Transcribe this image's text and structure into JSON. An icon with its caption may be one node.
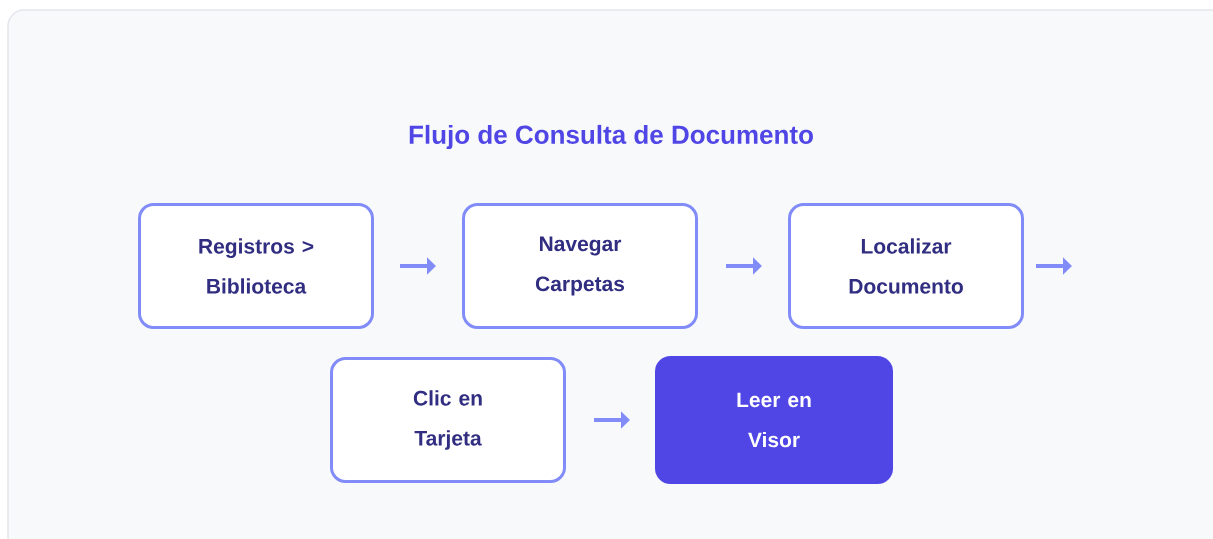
{
  "diagram": {
    "title": "Flujo de Consulta de Documento",
    "nodes": [
      {
        "text": [
          "Registros > Biblioteca"
        ]
      },
      {
        "text": [
          "Navegar Carpetas"
        ]
      },
      {
        "text": [
          "Localizar Documento"
        ]
      },
      {
        "text": [
          "Clic en Tarjeta"
        ]
      },
      {
        "text": [
          "Leer en Visor"
        ]
      }
    ],
    "edges": [
      {
        "from": 0,
        "to": 1,
        "arrow": "to"
      },
      {
        "from": 1,
        "to": 2,
        "arrow": "to"
      },
      {
        "from": 2,
        "to": null,
        "arrow": "to"
      },
      {
        "from": 3,
        "to": 4,
        "arrow": "to"
      }
    ]
  }
}
